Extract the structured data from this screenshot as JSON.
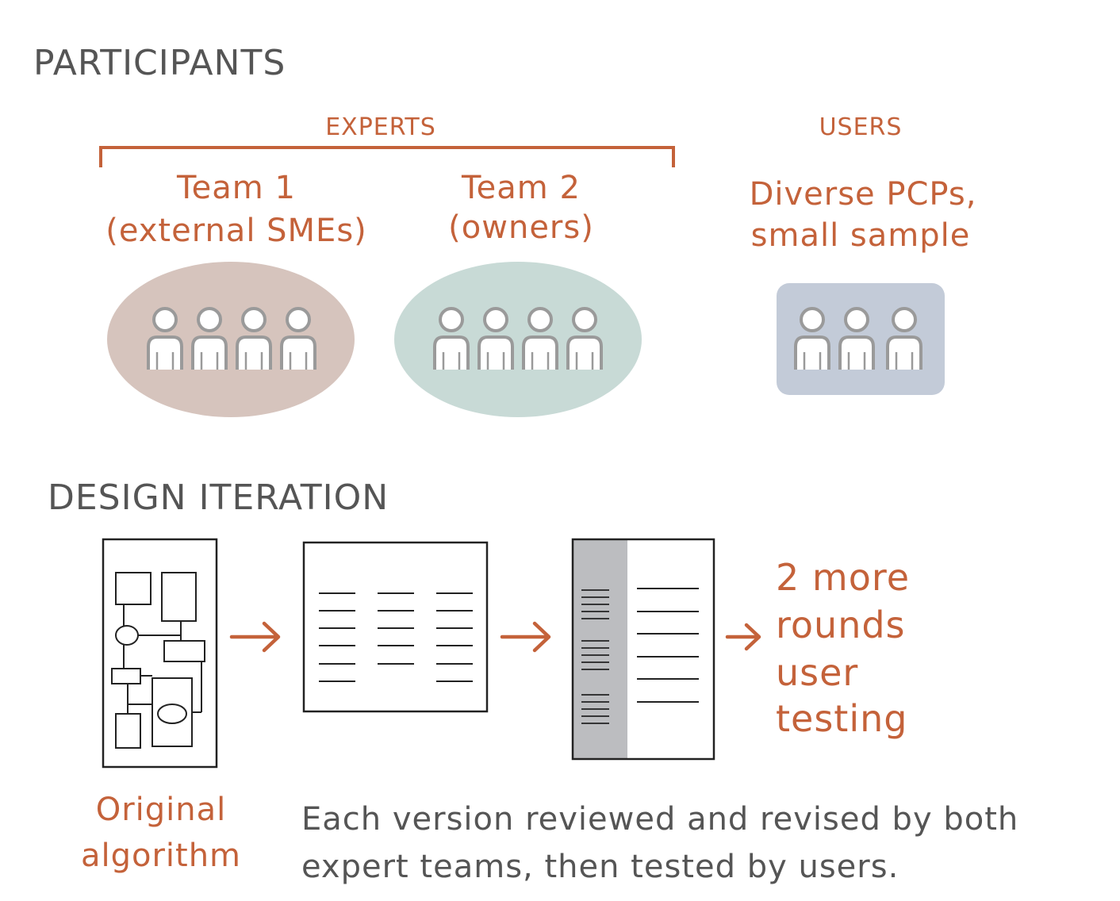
{
  "participants": {
    "heading": "PARTICIPANTS",
    "experts_label": "EXPERTS",
    "users_label": "USERS",
    "team1": {
      "line1": "Team 1",
      "line2": "(external SMEs)",
      "member_count": 4
    },
    "team2": {
      "line1": "Team 2",
      "line2": "(owners)",
      "member_count": 4
    },
    "users": {
      "line1": "Diverse PCPs,",
      "line2": "small sample",
      "member_count": 3
    }
  },
  "design_iteration": {
    "heading": "DESIGN ITERATION",
    "stage1_caption": {
      "line1": "Original",
      "line2": "algorithm"
    },
    "final_step": {
      "line1": "2 more",
      "line2": "rounds",
      "line3": "user",
      "line4": "testing"
    },
    "note": {
      "line1": "Each version reviewed and revised by both",
      "line2": "expert teams, then tested by users."
    }
  },
  "colors": {
    "accent": "#c4623a",
    "heading_gray": "#555555",
    "team1_fill": "#d6c4bd",
    "team2_fill": "#c8dad6",
    "users_fill": "#c3cbd8",
    "person_stroke": "#9a9a9a",
    "doc_stroke": "#222222",
    "doc_sidebar": "#bcbdc0"
  },
  "icons": {
    "person": "person-icon",
    "arrow": "arrow-right-icon"
  }
}
